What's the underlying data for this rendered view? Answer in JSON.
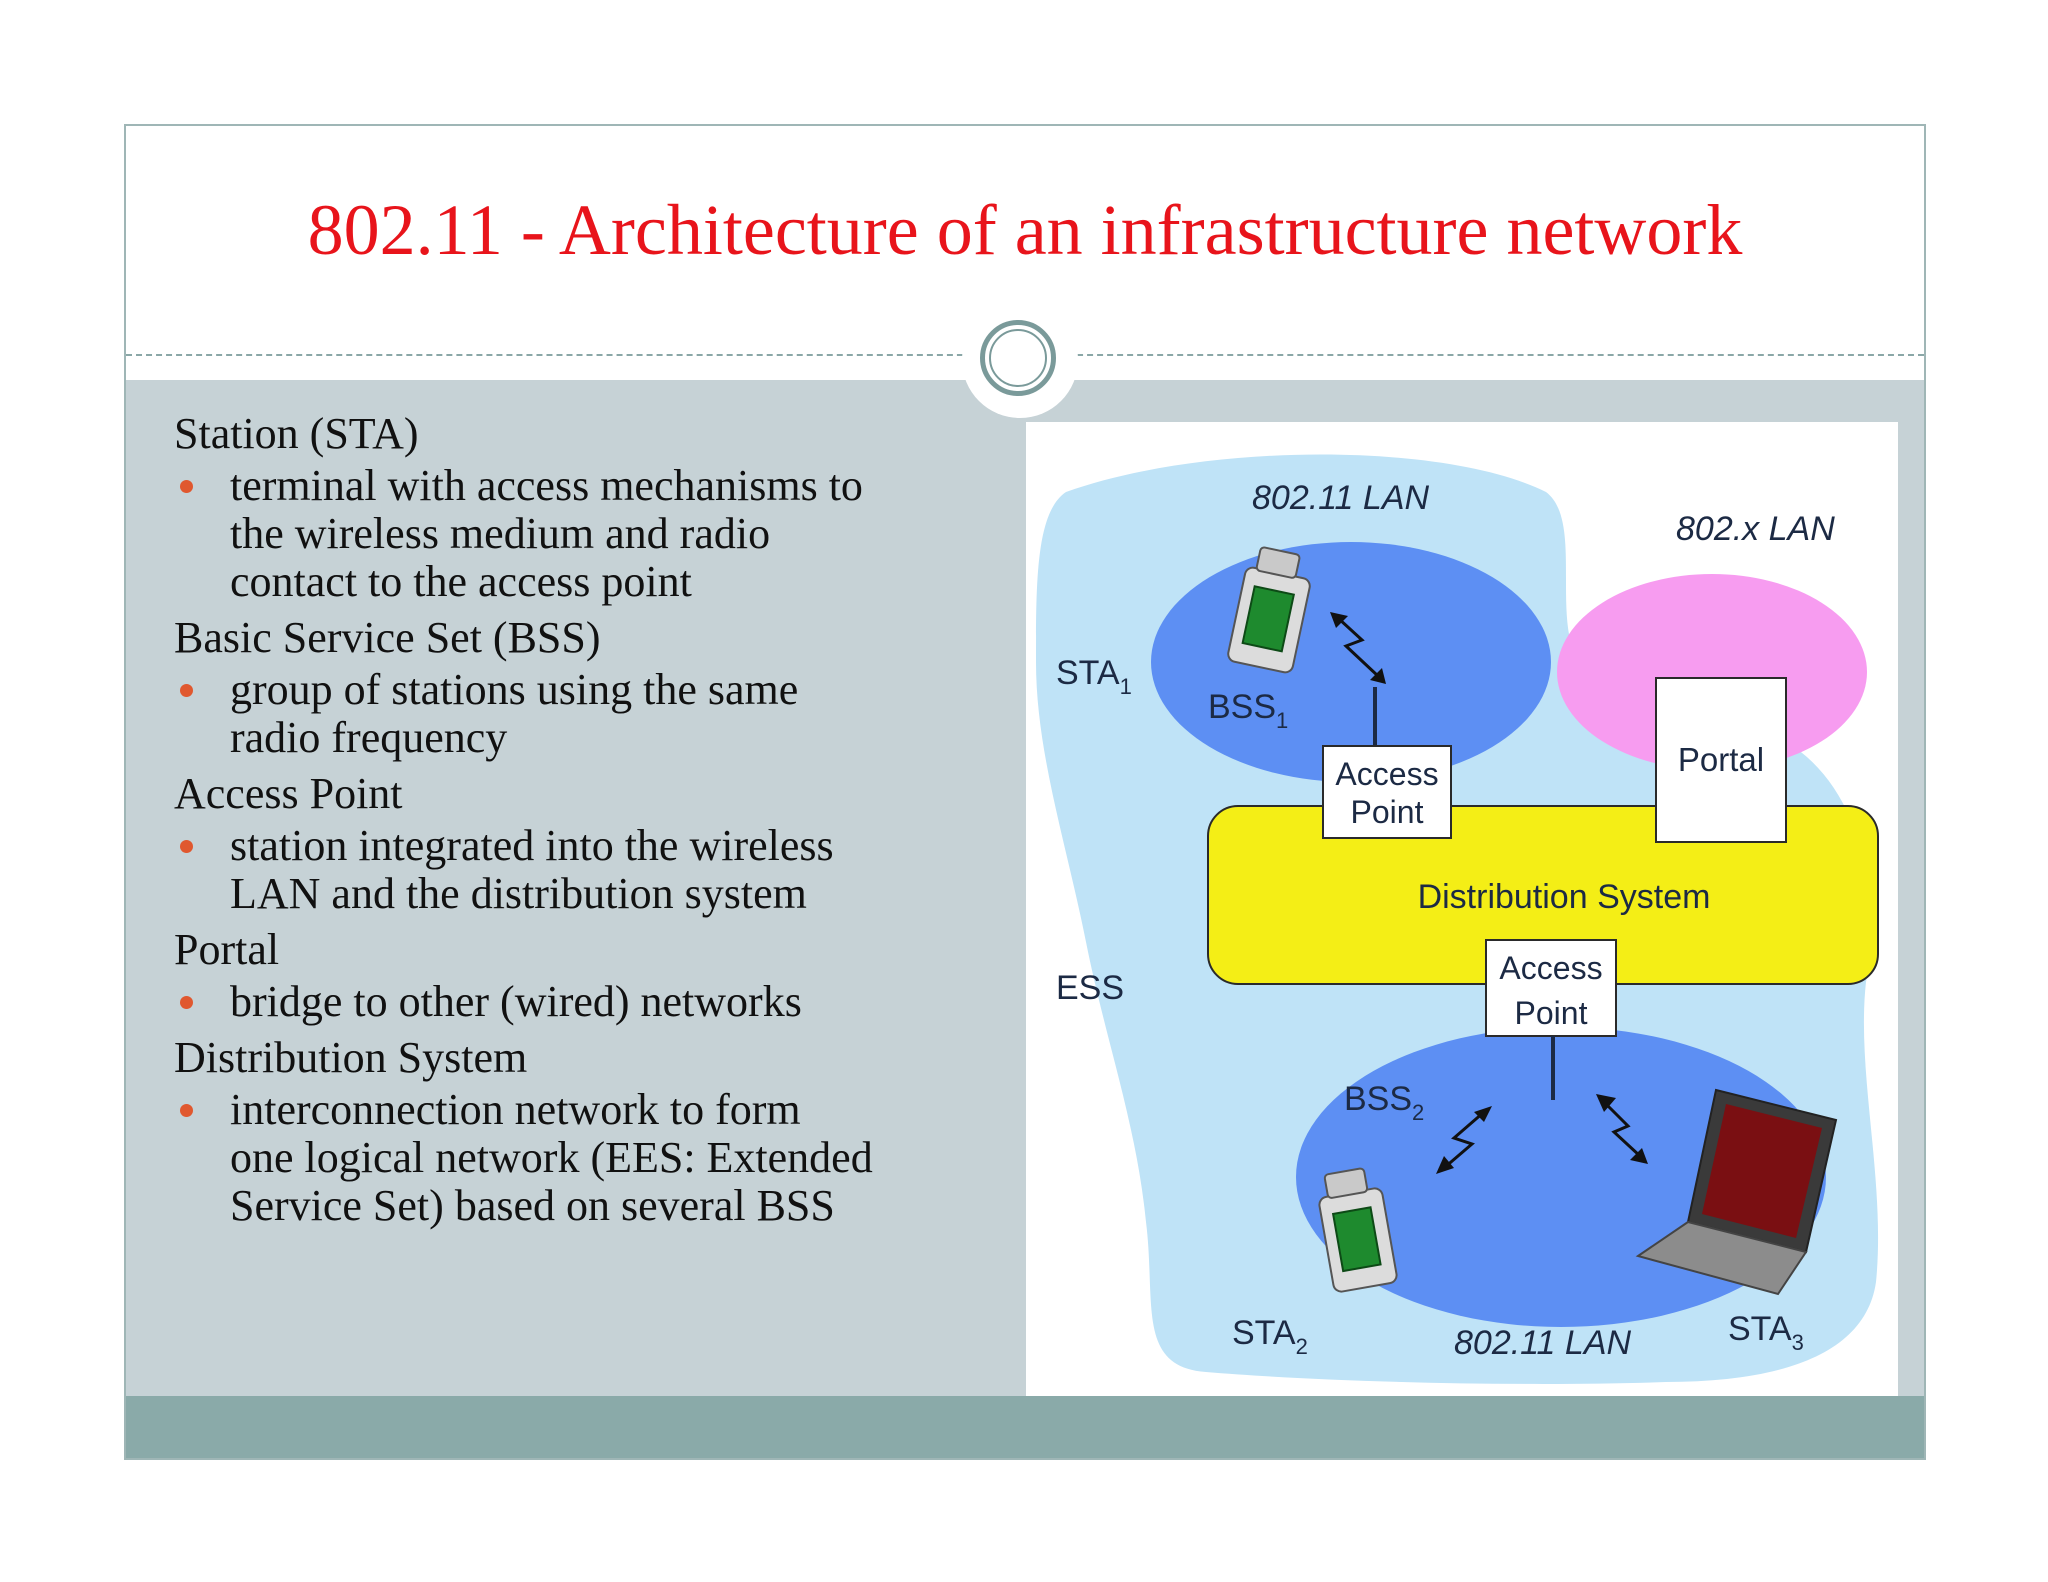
{
  "slide": {
    "title": "802.11 - Architecture of an infrastructure network"
  },
  "content": {
    "sections": [
      {
        "heading": "Station (STA)",
        "bullets": [
          "terminal with access mechanisms to",
          "the wireless medium and radio",
          "contact to the access point"
        ]
      },
      {
        "heading": "Basic Service Set (BSS)",
        "bullets": [
          "group of stations using the same",
          "radio frequency"
        ]
      },
      {
        "heading": "Access Point",
        "bullets": [
          "station integrated into the wireless",
          "LAN and the distribution system"
        ]
      },
      {
        "heading": "Portal",
        "bullets": [
          "bridge to other (wired) networks"
        ]
      },
      {
        "heading": "Distribution System",
        "bullets": [
          "interconnection network to form",
          "one logical network (EES: Extended",
          "Service Set) based on several BSS"
        ]
      }
    ]
  },
  "diagram": {
    "lan_top": "802.11 LAN",
    "lan_other": "802.x LAN",
    "lan_bottom": "802.11 LAN",
    "sta1": "STA",
    "sta1_sub": "1",
    "sta2": "STA",
    "sta2_sub": "2",
    "sta3": "STA",
    "sta3_sub": "3",
    "bss1": "BSS",
    "bss1_sub": "1",
    "bss2": "BSS",
    "bss2_sub": "2",
    "ess": "ESS",
    "ap1_line1": "Access",
    "ap1_line2": "Point",
    "ap2_line1": "Access",
    "ap2_line2": "Point",
    "portal": "Portal",
    "distribution_system": "Distribution System",
    "colors": {
      "ess_region": "#bfe3f7",
      "bss": "#5d8ff3",
      "other_lan": "#f79cf0",
      "distribution": "#f4ee16",
      "title": "#e8141b"
    }
  }
}
